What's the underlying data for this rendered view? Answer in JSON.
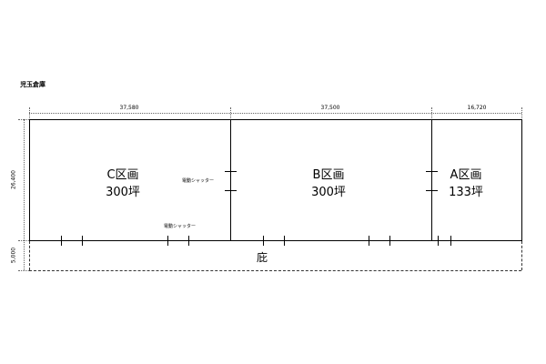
{
  "title": "児玉倉庫",
  "dimensions": {
    "c_width": "37,580",
    "b_width": "37,500",
    "a_width": "16,720",
    "depth": "26,400",
    "eave_depth": "5,000"
  },
  "zones": {
    "c": {
      "name": "C区画",
      "area": "300坪"
    },
    "b": {
      "name": "B区画",
      "area": "300坪"
    },
    "a": {
      "name": "A区画",
      "area": "133坪"
    }
  },
  "notes": {
    "shutter_side": "電動シャッター",
    "shutter_bottom": "電動シャッター"
  },
  "eave_label": "庇"
}
